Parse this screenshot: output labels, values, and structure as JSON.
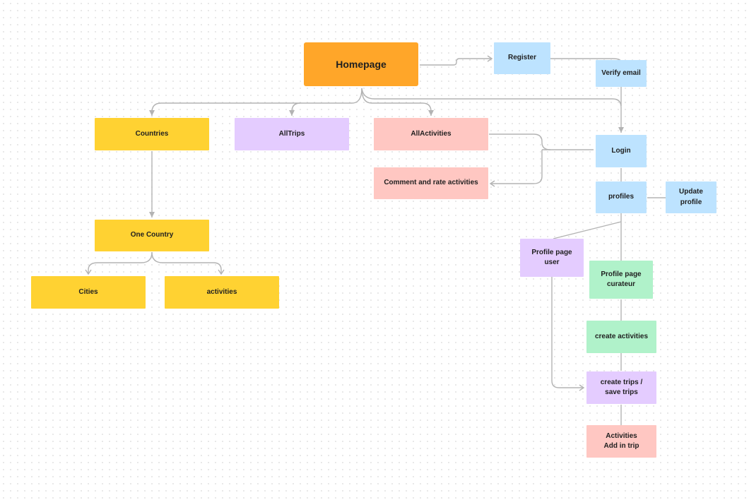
{
  "colors": {
    "orange": "#ffa629",
    "yellow": "#ffd232",
    "purple": "#e4ccff",
    "pink": "#ffc7c2",
    "blue": "#bde3ff",
    "green": "#b0f2ca",
    "connector": "#b3b3b3"
  },
  "nodes": {
    "homepage": "Homepage",
    "register": "Register",
    "verify_email": "Verify email",
    "countries": "Countries",
    "all_trips": "AllTrips",
    "all_activities": "AllActivities",
    "login": "Login",
    "comment_rate": "Comment and rate activities",
    "profiles": "profiles",
    "update_profile": "Update\nprofile",
    "one_country": "One Country",
    "profile_user": "Profile page\nuser",
    "profile_curateur": "Profile page\ncurateur",
    "cities": "Cities",
    "activities": "activities",
    "create_activities": "create activities",
    "create_trips": "create trips /\nsave trips",
    "activities_add": "Activities\nAdd in trip"
  }
}
